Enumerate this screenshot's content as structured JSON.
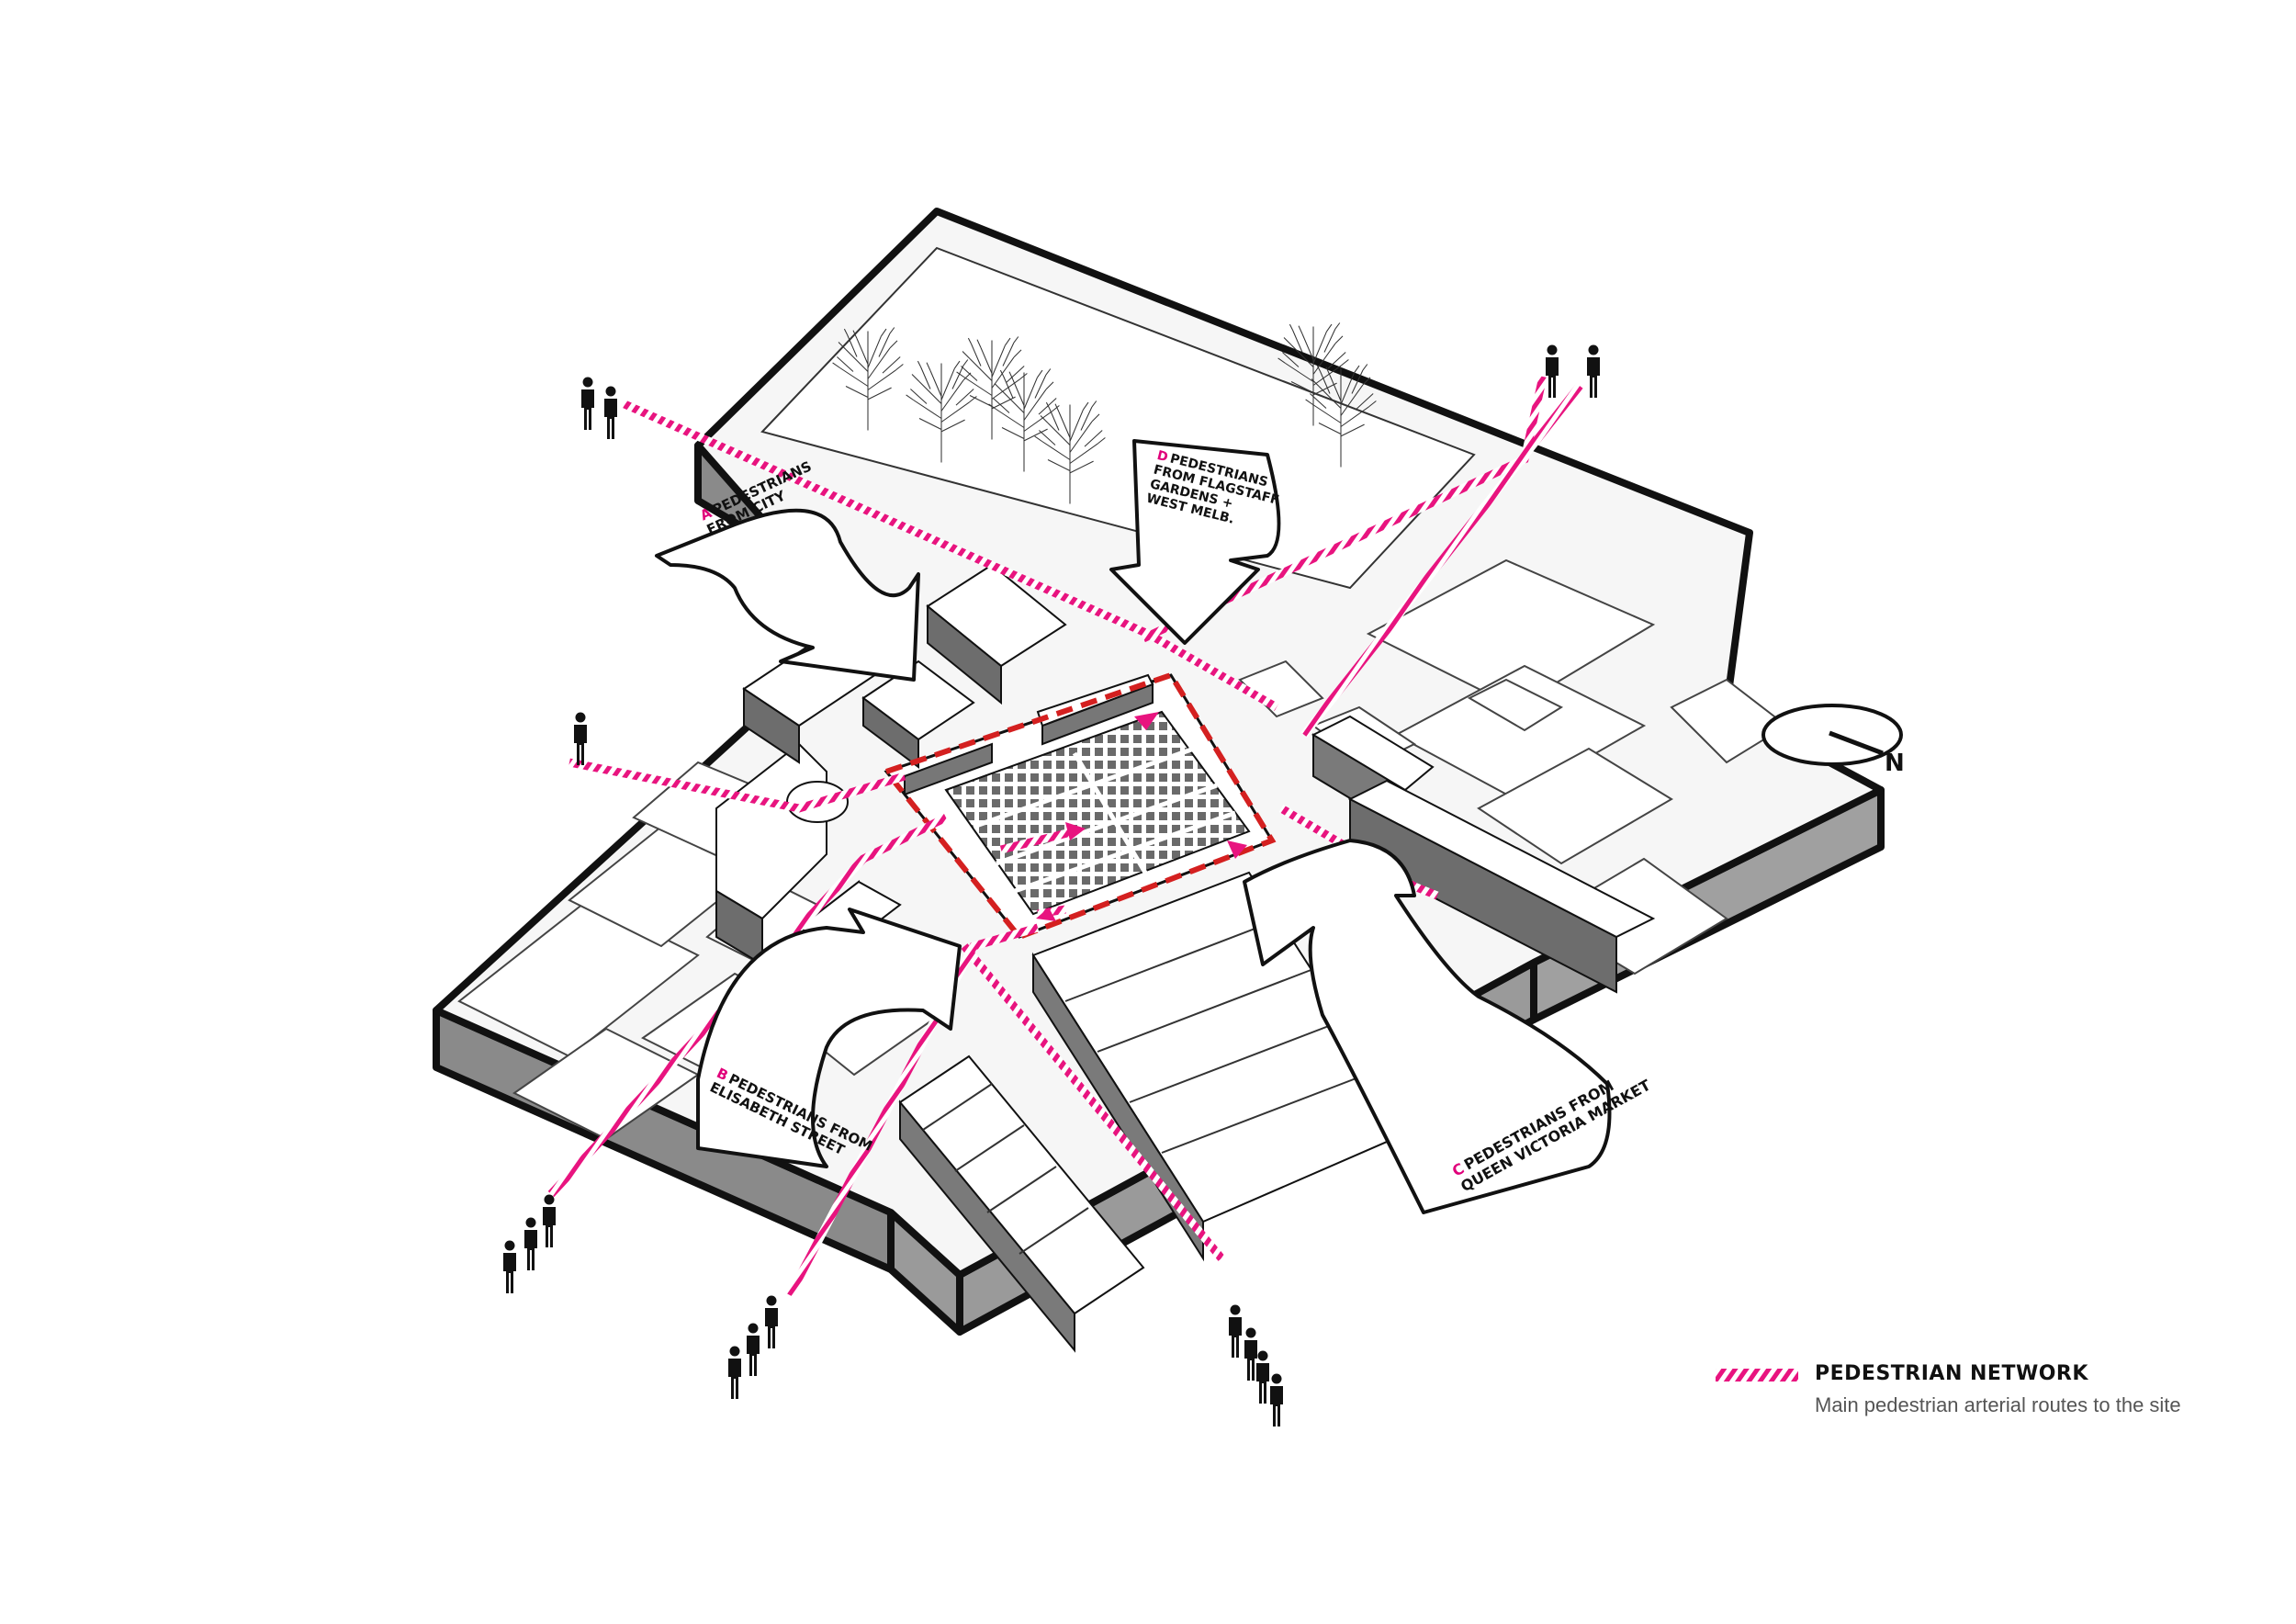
{
  "labels": {
    "a": {
      "key": "A",
      "text": "PEDESTRIANS\nFROM CITY"
    },
    "b": {
      "key": "B",
      "text": "PEDESTRIANS FROM\nELISABETH STREET"
    },
    "c": {
      "key": "C",
      "text": "PEDESTRIANS FROM\nQUEEN VICTORIA MARKET"
    },
    "d": {
      "key": "D",
      "text": "PEDESTRIANS\nFROM FLAGSTAFF\nGARDENS +\nWEST MELB."
    }
  },
  "legend": {
    "title": "PEDESTRIAN NETWORK",
    "description": "Main pedestrian arterial routes to the site"
  },
  "compass": {
    "label": "N"
  },
  "colors": {
    "route": "#e8147f",
    "site_boundary": "#d42020",
    "outline": "#111111",
    "base_side": "#8a8a8a",
    "building_side": "#6d6d6d",
    "ground": "#f3f3f3"
  },
  "icons": {
    "people": "pedestrian-figure-icon",
    "trees": "tree-icon",
    "compass": "compass-icon"
  }
}
